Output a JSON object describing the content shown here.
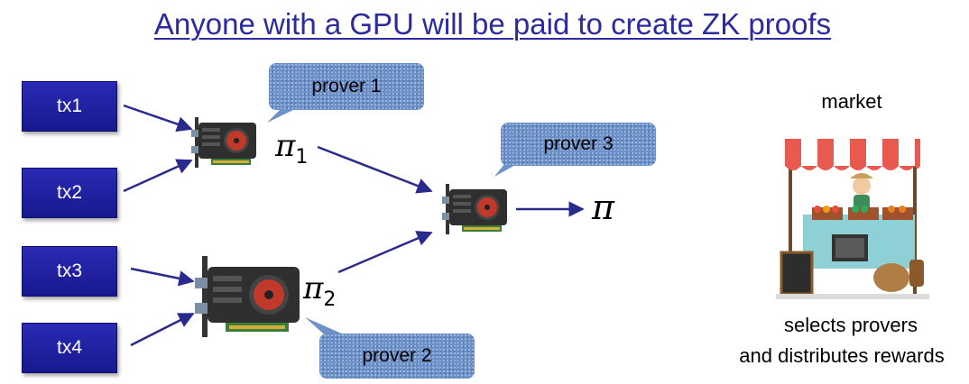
{
  "title": "Anyone with a GPU will be paid to create ZK proofs",
  "transactions": [
    "tx1",
    "tx2",
    "tx3",
    "tx4"
  ],
  "provers": {
    "p1": "prover 1",
    "p2": "prover 2",
    "p3": "prover 3"
  },
  "proofs": {
    "pi_symbol": "π",
    "sub1": "1",
    "sub2": "2"
  },
  "market": {
    "label": "market",
    "caption_line1": "selects provers",
    "caption_line2": "and distributes rewards"
  },
  "colors": {
    "title": "#2b2b9e",
    "tx_box": "#1e1ea3",
    "arrow": "#2a2a8c",
    "bubble": "#6d92c9"
  }
}
